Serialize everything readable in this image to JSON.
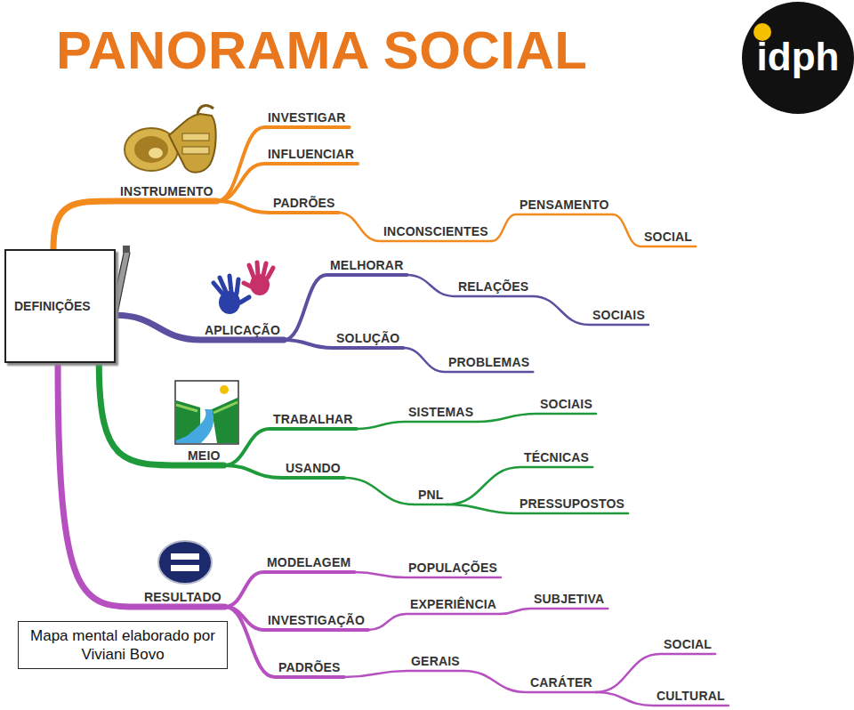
{
  "diagram": {
    "title": "PANORAMA SOCIAL",
    "caption": "Mapa mental elaborado por Viviani Bovo",
    "nodes": [
      {
        "text": [
          "DEFINIÇÕES"
        ]
      },
      {
        "text": [
          "INSTRUMENTO"
        ]
      },
      {
        "text": [
          "INVESTIGAR"
        ]
      },
      {
        "text": [
          "INFLUENCIAR"
        ]
      },
      {
        "text": [
          "PADRÕES"
        ]
      },
      {
        "text": [
          "INCONSCIENTES"
        ]
      },
      {
        "text": [
          "PENSAMENTO"
        ]
      },
      {
        "text": [
          "SOCIAL"
        ]
      },
      {
        "text": [
          "APLICAÇÃO"
        ]
      },
      {
        "text": [
          "MELHORAR"
        ]
      },
      {
        "text": [
          "RELAÇÕES"
        ]
      },
      {
        "text": [
          "SOCIAIS"
        ]
      },
      {
        "text": [
          "SOLUÇÃO"
        ]
      },
      {
        "text": [
          "PROBLEMAS"
        ]
      },
      {
        "text": [
          "MEIO"
        ]
      },
      {
        "text": [
          "TRABALHAR"
        ]
      },
      {
        "text": [
          "SISTEMAS"
        ]
      },
      {
        "text": [
          "SOCIAIS"
        ]
      },
      {
        "text": [
          "USANDO"
        ]
      },
      {
        "text": [
          "PNL"
        ]
      },
      {
        "text": [
          "TÉCNICAS"
        ]
      },
      {
        "text": [
          "PRESSUPOSTOS"
        ]
      },
      {
        "text": [
          "RESULTADO"
        ]
      },
      {
        "text": [
          "MODELAGEM"
        ]
      },
      {
        "text": [
          "POPULAÇÕES"
        ]
      },
      {
        "text": [
          "INVESTIGAÇÃO"
        ]
      },
      {
        "text": [
          "EXPERIÊNCIA"
        ]
      },
      {
        "text": [
          "SUBJETIVA"
        ]
      },
      {
        "text": [
          "PADRÕES"
        ]
      },
      {
        "text": [
          "GERAIS"
        ]
      },
      {
        "text": [
          "CARÁTER"
        ]
      },
      {
        "text": [
          "SOCIAL"
        ]
      },
      {
        "text": [
          "CULTURAL"
        ]
      }
    ],
    "edges": [
      {
        "from": 0,
        "to": 1,
        "arrow": "none"
      },
      {
        "from": 1,
        "to": 2,
        "arrow": "none"
      },
      {
        "from": 1,
        "to": 3,
        "arrow": "none"
      },
      {
        "from": 1,
        "to": 4,
        "arrow": "none"
      },
      {
        "from": 4,
        "to": 5,
        "arrow": "none"
      },
      {
        "from": 5,
        "to": 6,
        "arrow": "none"
      },
      {
        "from": 6,
        "to": 7,
        "arrow": "none"
      },
      {
        "from": 0,
        "to": 8,
        "arrow": "none"
      },
      {
        "from": 8,
        "to": 9,
        "arrow": "none"
      },
      {
        "from": 9,
        "to": 10,
        "arrow": "none"
      },
      {
        "from": 10,
        "to": 11,
        "arrow": "none"
      },
      {
        "from": 8,
        "to": 12,
        "arrow": "none"
      },
      {
        "from": 12,
        "to": 13,
        "arrow": "none"
      },
      {
        "from": 0,
        "to": 14,
        "arrow": "none"
      },
      {
        "from": 14,
        "to": 15,
        "arrow": "none"
      },
      {
        "from": 15,
        "to": 16,
        "arrow": "none"
      },
      {
        "from": 16,
        "to": 17,
        "arrow": "none"
      },
      {
        "from": 14,
        "to": 18,
        "arrow": "none"
      },
      {
        "from": 18,
        "to": 19,
        "arrow": "none"
      },
      {
        "from": 19,
        "to": 20,
        "arrow": "none"
      },
      {
        "from": 19,
        "to": 21,
        "arrow": "none"
      },
      {
        "from": 0,
        "to": 22,
        "arrow": "none"
      },
      {
        "from": 22,
        "to": 23,
        "arrow": "none"
      },
      {
        "from": 23,
        "to": 24,
        "arrow": "none"
      },
      {
        "from": 22,
        "to": 25,
        "arrow": "none"
      },
      {
        "from": 25,
        "to": 26,
        "arrow": "none"
      },
      {
        "from": 26,
        "to": 27,
        "arrow": "none"
      },
      {
        "from": 22,
        "to": 28,
        "arrow": "none"
      },
      {
        "from": 28,
        "to": 29,
        "arrow": "none"
      },
      {
        "from": 29,
        "to": 30,
        "arrow": "none"
      },
      {
        "from": 30,
        "to": 31,
        "arrow": "none"
      },
      {
        "from": 30,
        "to": 32,
        "arrow": "none"
      }
    ],
    "labels": [
      "idph"
    ]
  }
}
